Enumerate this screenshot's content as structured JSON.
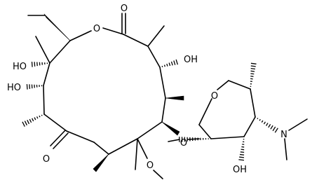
{
  "molecule": {
    "atom_labels": {
      "ketone_oxygen": "O",
      "lactone_ring_oxygen": "O",
      "lactone_carbonyl_oxygen": "O",
      "hydroxyl_upper_left": "HO",
      "hydroxyl_left": "HO",
      "hydroxyl_upper_right": "OH",
      "glycoside_oxygen": "O",
      "sugar_ring_oxygen": "O",
      "sugar_hydroxyl": "OH",
      "dimethylamino_nitrogen": "N",
      "methoxy_oxygen": "O"
    },
    "colors": {
      "ink": "#000000",
      "background": "#ffffff"
    }
  }
}
